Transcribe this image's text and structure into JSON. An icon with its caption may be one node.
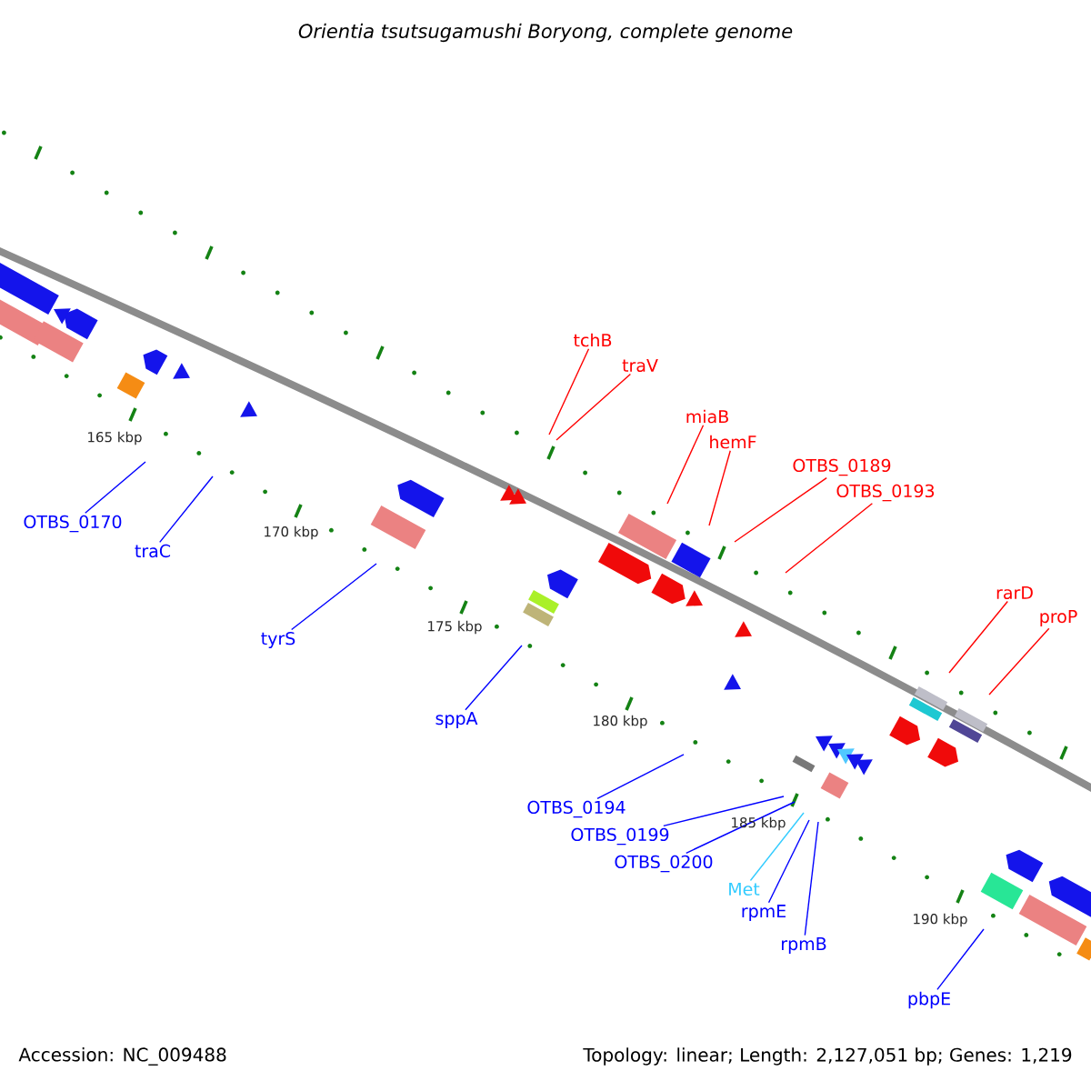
{
  "diagram": {
    "title": "Orientia tsutsugamushi Boryong, complete genome",
    "nodes": [
      {
        "text": [
          "tchB"
        ]
      },
      {
        "text": [
          "traV"
        ]
      },
      {
        "text": [
          "miaB"
        ]
      },
      {
        "text": [
          "hemF"
        ]
      },
      {
        "text": [
          "OTBS_0189"
        ]
      },
      {
        "text": [
          "OTBS_0193"
        ]
      },
      {
        "text": [
          "OTBS_0170"
        ]
      },
      {
        "text": [
          "traC"
        ]
      },
      {
        "text": [
          "rarD"
        ]
      },
      {
        "text": [
          "proP"
        ]
      },
      {
        "text": [
          "tyrS"
        ]
      },
      {
        "text": [
          "sppA"
        ]
      },
      {
        "text": [
          "OTBS_0194"
        ]
      },
      {
        "text": [
          "OTBS_0199"
        ]
      },
      {
        "text": [
          "OTBS_0200"
        ]
      },
      {
        "text": [
          "Met"
        ]
      },
      {
        "text": [
          "rpmE"
        ]
      },
      {
        "text": [
          "rpmB"
        ]
      },
      {
        "text": [
          "pbpE"
        ]
      }
    ],
    "edges": [
      {
        "from": 0,
        "to": null,
        "arrow": "none",
        "color": "#ff0000"
      },
      {
        "from": 1,
        "to": null,
        "arrow": "none",
        "color": "#ff0000"
      },
      {
        "from": 2,
        "to": null,
        "arrow": "none",
        "color": "#ff0000"
      },
      {
        "from": 3,
        "to": null,
        "arrow": "none",
        "color": "#ff0000"
      },
      {
        "from": 4,
        "to": null,
        "arrow": "none",
        "color": "#ff0000"
      },
      {
        "from": 5,
        "to": null,
        "arrow": "none",
        "color": "#ff0000"
      },
      {
        "from": 6,
        "to": null,
        "arrow": "none"
      },
      {
        "from": 7,
        "to": null,
        "arrow": "none"
      },
      {
        "from": 8,
        "to": null,
        "arrow": "none",
        "color": "#ff0000"
      },
      {
        "from": 9,
        "to": null,
        "arrow": "none",
        "color": "#ff0000"
      },
      {
        "from": 10,
        "to": null,
        "arrow": "none"
      },
      {
        "from": 11,
        "to": null,
        "arrow": "none"
      },
      {
        "from": 12,
        "to": null,
        "arrow": "none"
      },
      {
        "from": 13,
        "to": null,
        "arrow": "none"
      },
      {
        "from": 14,
        "to": null,
        "arrow": "none"
      },
      {
        "from": 15,
        "to": null,
        "arrow": "none",
        "color": "#33ccff"
      },
      {
        "from": 16,
        "to": null,
        "arrow": "none"
      },
      {
        "from": 17,
        "to": null,
        "arrow": "none"
      },
      {
        "from": 18,
        "to": null,
        "arrow": "none"
      }
    ],
    "labels": [
      "165 kbp",
      "170 kbp",
      "175 kbp",
      "180 kbp",
      "185 kbp",
      "190 kbp",
      "Accession: NC_009488",
      "Topology: linear; Length: 2,127,051 bp; Genes: 1,219"
    ]
  }
}
